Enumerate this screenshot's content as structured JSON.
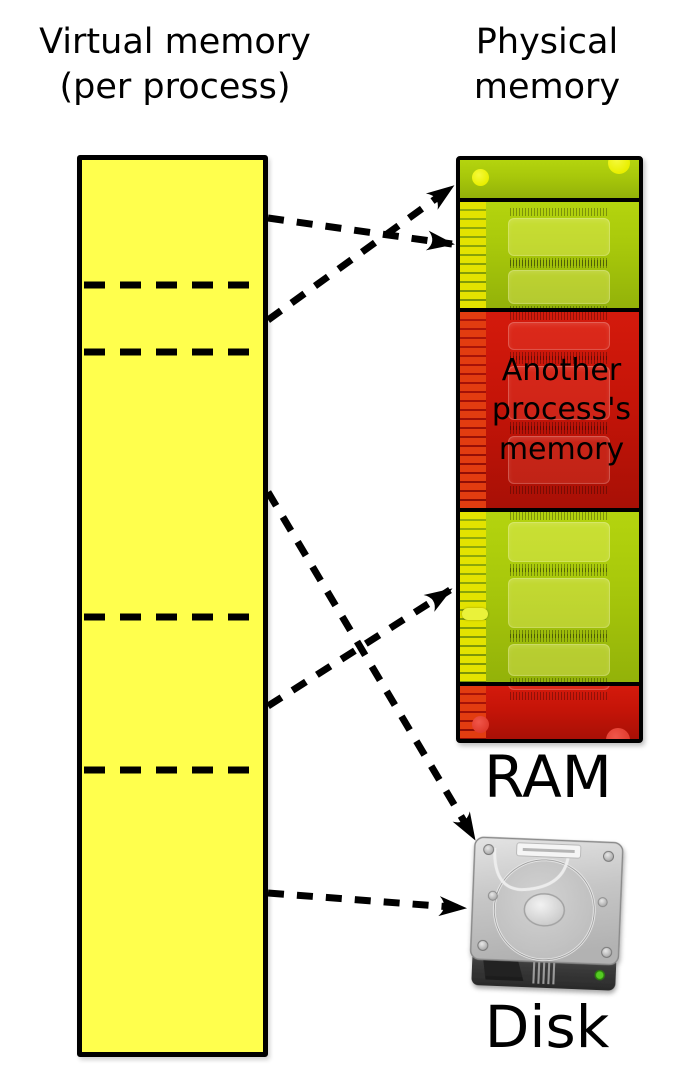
{
  "titles": {
    "virtual": {
      "line1": "Virtual memory",
      "line2": "(per process)"
    },
    "physical": {
      "line1": "Physical",
      "line2": "memory"
    }
  },
  "labels": {
    "ram": "RAM",
    "disk": "Disk",
    "other_process": "Another process's memory"
  },
  "colors": {
    "virtual_memory_fill": "#ffff4d",
    "ram_green": "#a9c90b",
    "ram_connector_yellow": "#e3e300",
    "ram_red": "#c51408",
    "ram_connector_red": "#e23c10",
    "outline": "#000000",
    "disk_body_gray": "#c9c9c9",
    "disk_led_green": "#55cc22"
  },
  "structure": {
    "virtual_segment_count": 5,
    "mappings": [
      {
        "from": "virtual-segment-1",
        "to": "ram-free-band"
      },
      {
        "from": "virtual-segment-2",
        "to": "ram-chip-segment-upper"
      },
      {
        "from": "virtual-segment-3",
        "to": "disk"
      },
      {
        "from": "virtual-segment-4",
        "to": "ram-chip-segment-lower"
      },
      {
        "from": "virtual-segment-5",
        "to": "disk"
      }
    ]
  }
}
